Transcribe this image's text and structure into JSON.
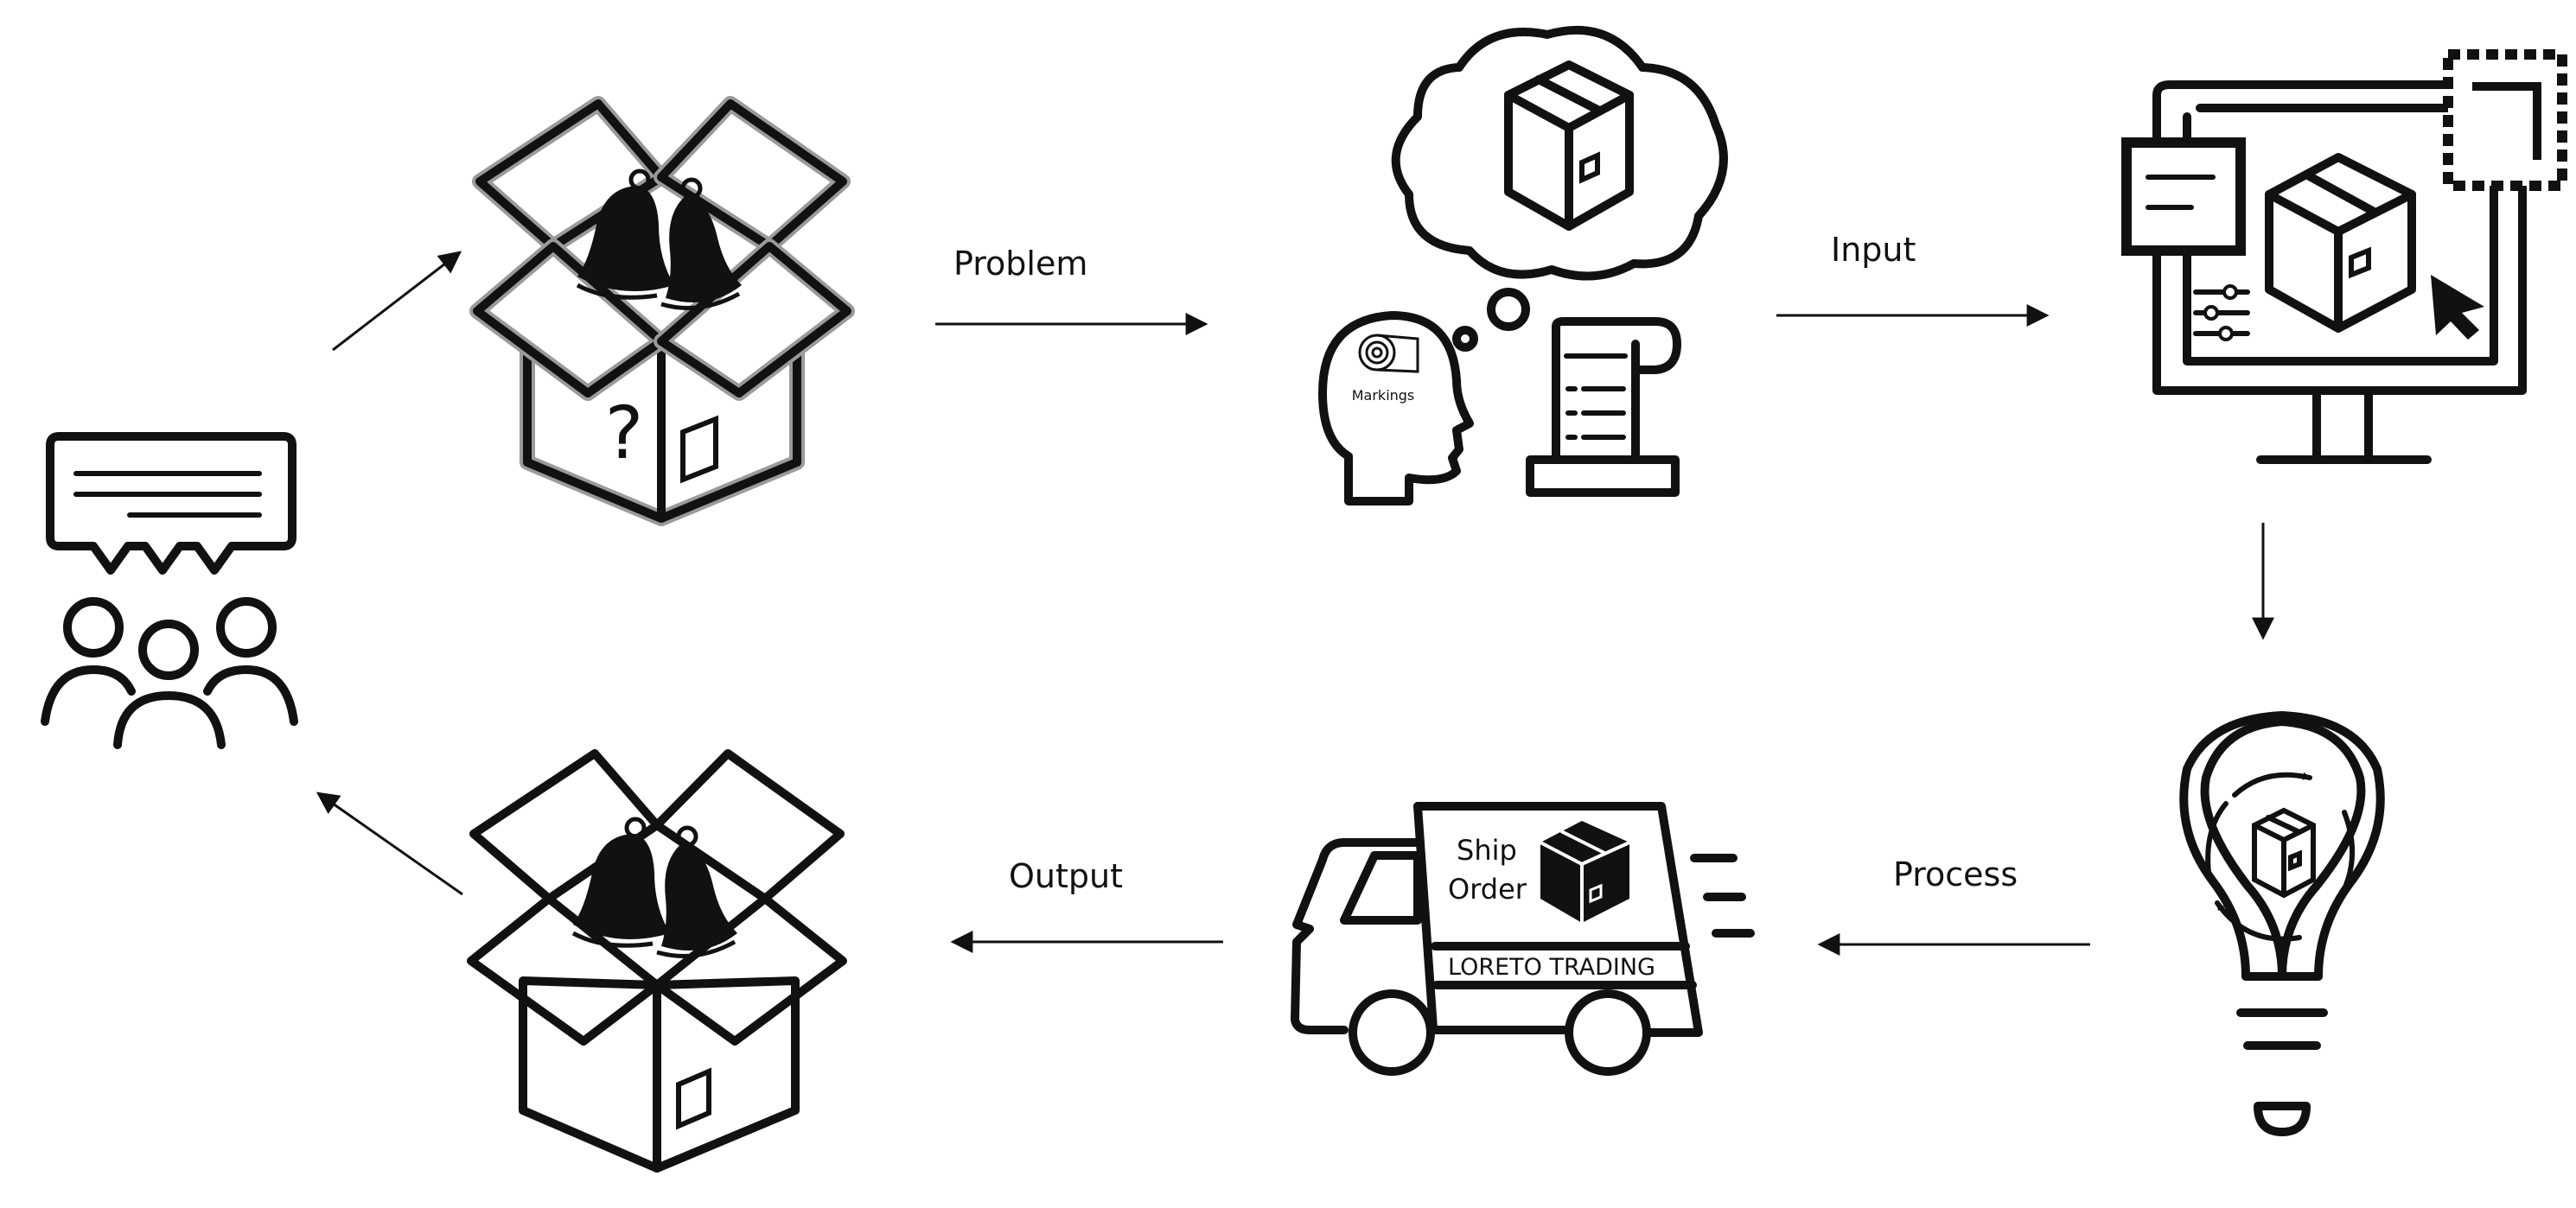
{
  "labels": {
    "problem": "Problem",
    "input": "Input",
    "process": "Process",
    "output": "Output"
  },
  "truck": {
    "ship": "Ship",
    "order": "Order",
    "company": "LORETO TRADING"
  },
  "head": {
    "markings": "Markings"
  },
  "icons": {
    "customers": "customers-speech-icon",
    "mystery_box": "mystery-box-bells-icon",
    "thinking": "thinking-head-icon",
    "computer": "computer-design-icon",
    "idea": "lightbulb-process-icon",
    "truck": "delivery-truck-icon",
    "delivered_box": "delivered-box-bells-icon"
  },
  "colors": {
    "line": "#111111",
    "background": "#ffffff",
    "box_outline_gray": "#9a9a9a"
  }
}
